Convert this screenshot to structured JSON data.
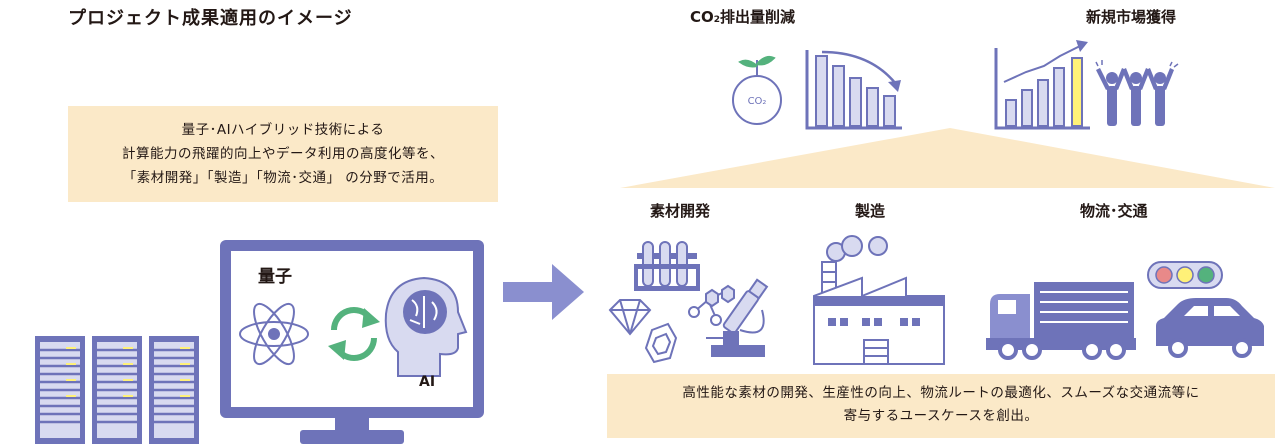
{
  "title": "プロジェクト成果適用のイメージ",
  "left_note": {
    "lines": [
      "量子･AIハイブリッド技術による",
      "計算能力の飛躍的向上やデータ利用の高度化等を、",
      "「素材開発」「製造」「物流･交通」 の分野で活用。"
    ]
  },
  "monitor": {
    "quantum_label": "量子",
    "ai_label": "AI"
  },
  "outcomes": {
    "co2_prefix": "CO",
    "co2_sub": "2",
    "co2_suffix": "排出量削減",
    "co2_icon_text": "CO₂",
    "market": "新規市場獲得"
  },
  "fields": {
    "materials": "素材開発",
    "manufacturing": "製造",
    "logistics": "物流･交通"
  },
  "right_note": {
    "lines": [
      "高性能な素材の開発、生産性の向上、物流ルートの最適化、スムーズな交通流等に",
      "寄与するユースケースを創出。"
    ]
  },
  "colors": {
    "accent_blue": "#6e73b9",
    "light_blue": "#d8daf0",
    "cream": "#fbe9c8",
    "green": "#54b27d",
    "yellow": "#fff178",
    "red": "#e88989"
  }
}
